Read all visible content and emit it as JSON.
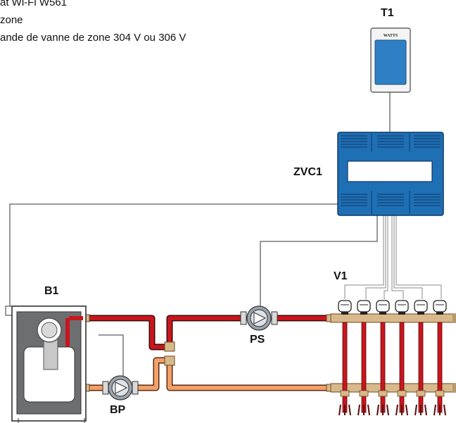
{
  "legend": [
    "at Wi-Fi W561",
    "zone",
    "ande de vanne de zone 304 V ou 306 V"
  ],
  "labels": {
    "thermostat": "T1",
    "zone_control": "ZVC1",
    "valves": "V1",
    "boiler": "B1",
    "supply_pump": "PS",
    "boiler_pump": "BP"
  },
  "thermostat_brand": "WATTS",
  "colors": {
    "supply_pipe": "#c8161d",
    "return_pipe": "#f2a06a",
    "control_blue": "#1f6fb5",
    "control_dark": "#174f86",
    "thermostat_screen": "#2f7fc4",
    "boiler_gray": "#6d6e70",
    "valve_body": "#d9b98c",
    "wire": "#333333"
  },
  "icons": {
    "thermostat": "wall-thermostat-icon",
    "zone_control": "zone-valve-controller-icon",
    "pump": "circulator-pump-icon",
    "valve_actuator": "zone-valve-actuator-icon",
    "boiler": "boiler-icon",
    "manifold": "radiant-manifold-icon"
  }
}
